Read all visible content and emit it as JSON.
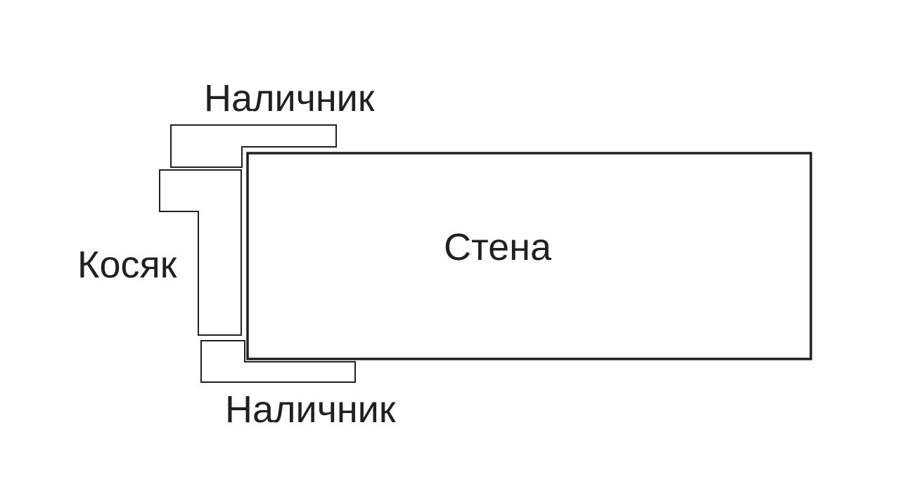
{
  "labels": {
    "top_trim": "Наличник",
    "jamb": "Косяк",
    "wall": "Стена",
    "bottom_trim": "Наличник"
  },
  "colors": {
    "stroke": "#231f20",
    "background": "#ffffff"
  }
}
